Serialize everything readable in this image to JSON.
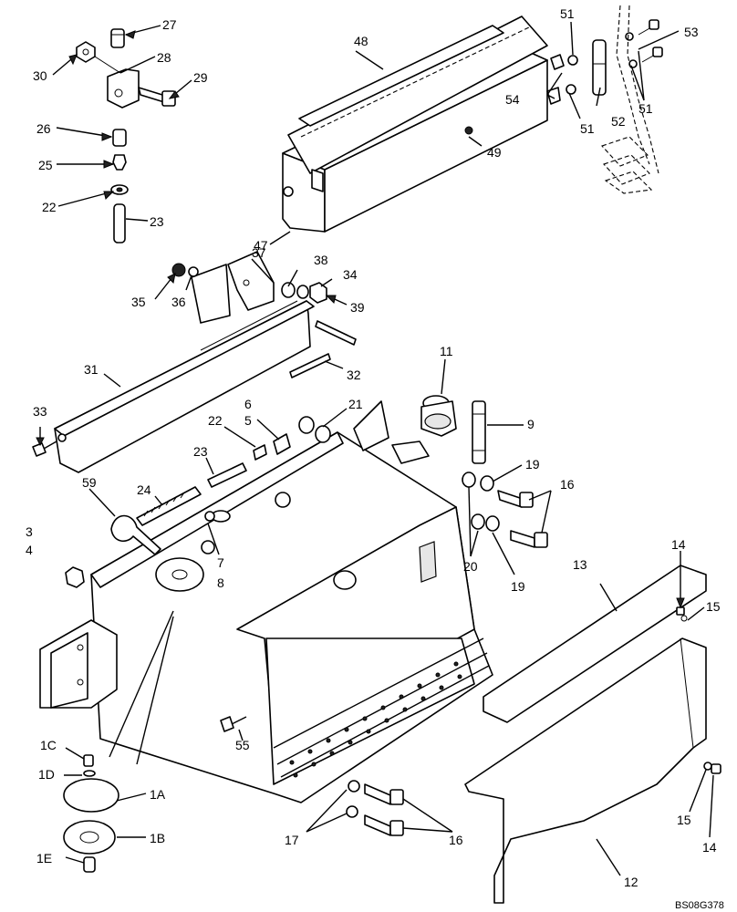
{
  "drawing_code": "BS08G378",
  "callouts": {
    "c27": "27",
    "c28": "28",
    "c29": "29",
    "c30": "30",
    "c26": "26",
    "c25": "25",
    "c22a": "22",
    "c23a": "23",
    "c48": "48",
    "c49": "49",
    "c47": "47",
    "c51a": "51",
    "c53": "53",
    "c54": "54",
    "c51b": "51",
    "c52": "52",
    "c51c": "51",
    "c37": "37",
    "c38": "38",
    "c34": "34",
    "c35": "35",
    "c36": "36",
    "c39": "39",
    "c31": "31",
    "c32": "32",
    "c33": "33",
    "c11": "11",
    "c9": "9",
    "c21": "21",
    "c6": "6",
    "c5": "5",
    "c22b": "22",
    "c23b": "23",
    "c24": "24",
    "c59": "59",
    "c19a": "19",
    "c16a": "16",
    "c20": "20",
    "c19b": "19",
    "c3": "3",
    "c4": "4",
    "c7": "7",
    "c8": "8",
    "c13": "13",
    "c14a": "14",
    "c15a": "15",
    "c55": "55",
    "c1C": "1C",
    "c1D": "1D",
    "c1A": "1A",
    "c1B": "1B",
    "c1E": "1E",
    "c17": "17",
    "c16b": "16",
    "c15b": "15",
    "c14b": "14",
    "c12": "12"
  }
}
